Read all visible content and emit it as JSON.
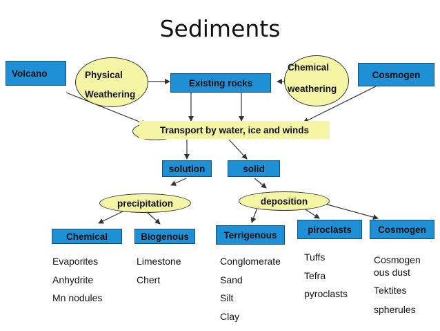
{
  "title": "Sediments",
  "sources": {
    "volcano": "Volcano",
    "existing_rocks": "Existing rocks",
    "cosmogen": "Cosmogen"
  },
  "processes": {
    "physical_weathering_line1": "Physical",
    "physical_weathering_line2": "Weathering",
    "chemical_weathering_line1": "Chemical",
    "chemical_weathering_line2": "weathering",
    "transport": "Transport by water, ice and winds"
  },
  "states": {
    "solution": "solution",
    "solid": "solid"
  },
  "mechanisms": {
    "precipitation": "precipitation",
    "deposition": "deposition"
  },
  "categories": [
    {
      "label": "Chemical",
      "items": [
        "Evaporites",
        "Anhydrite",
        "Mn nodules"
      ]
    },
    {
      "label": "Biogenous",
      "items": [
        "Limestone",
        "Chert"
      ]
    },
    {
      "label": "Terrigenous",
      "items": [
        "Conglomerate",
        "Sand",
        "Silt",
        "Clay"
      ]
    },
    {
      "label": "piroclasts",
      "items": [
        "Tuffs",
        "Tefra",
        "pyroclasts"
      ]
    },
    {
      "label": "Cosmogen",
      "items": [
        "Cosmogen",
        "ous dust",
        "Tektites",
        "spherules"
      ]
    }
  ],
  "colors": {
    "box_fill": "#1f8fd6",
    "oval_fill": "#f5f5a6",
    "arrow": "#333333"
  }
}
